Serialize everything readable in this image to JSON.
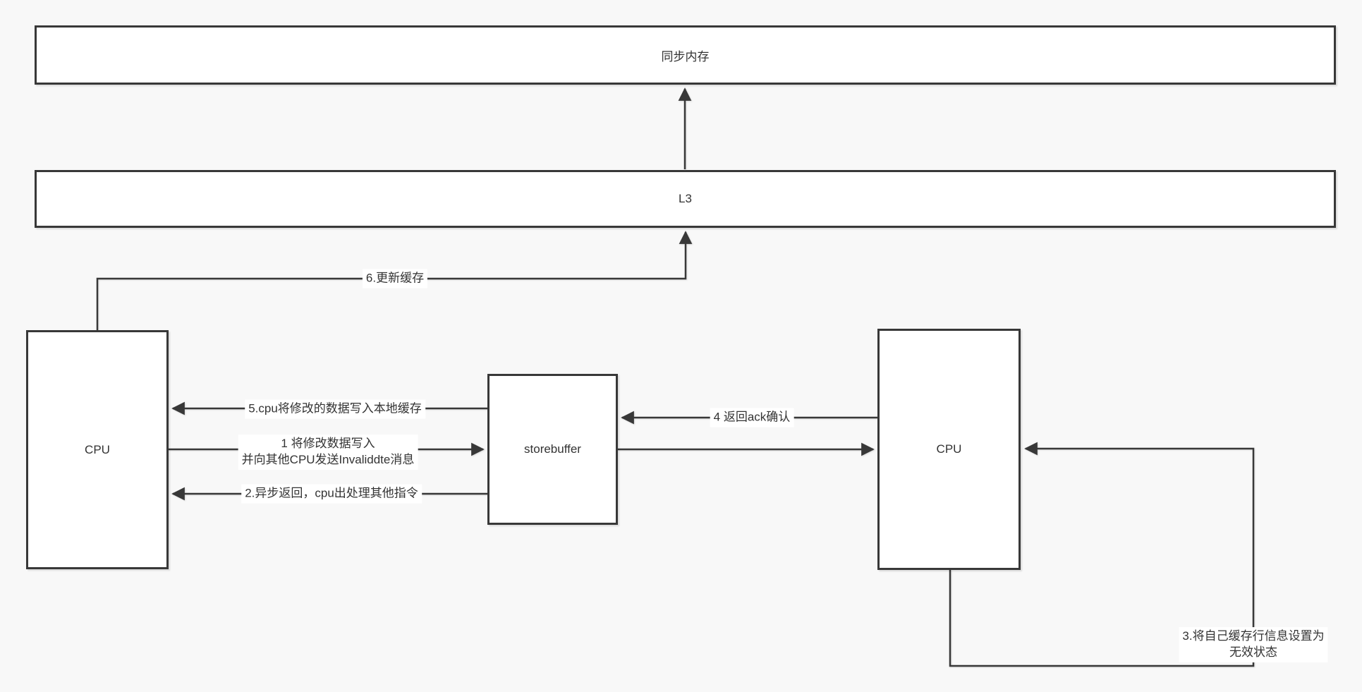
{
  "theme": {
    "background": "#f8f8f8",
    "box_fill": "#ffffff",
    "line_color": "#383838",
    "text_color": "#333333"
  },
  "boxes": {
    "sync_memory": {
      "label": "同步内存"
    },
    "l3": {
      "label": "L3"
    },
    "cpu_left": {
      "label": "CPU"
    },
    "storebuffer": {
      "label": "storebuffer"
    },
    "cpu_right": {
      "label": "CPU"
    }
  },
  "edge_labels": {
    "step1": {
      "line1": "1 将修改数据写入",
      "line2": "并向其他CPU发送Invaliddte消息"
    },
    "step2": {
      "text": "2.异步返回，cpu出处理其他指令"
    },
    "step3": {
      "line1": "3.将自己缓存行信息设置为",
      "line2": "无效状态"
    },
    "step4": {
      "text": "4 返回ack确认"
    },
    "step5": {
      "text": "5.cpu将修改的数据写入本地缓存"
    },
    "step6": {
      "text": "6.更新缓存"
    }
  }
}
